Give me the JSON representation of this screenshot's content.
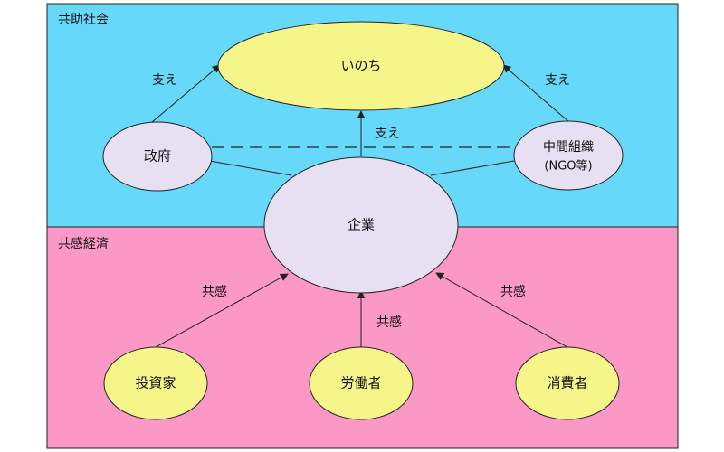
{
  "colors": {
    "upper_band": "#66d9fb",
    "lower_band": "#fb98c6",
    "node_life": "#f6f58a",
    "node_actor": "#e6e0f2",
    "node_base": "#f6f58a",
    "line": "#222222"
  },
  "sections": {
    "upper": "共助社会",
    "lower": "共感経済"
  },
  "nodes": {
    "life": "いのち",
    "government": "政府",
    "enterprise": "企業",
    "intermediate_line1": "中間組織",
    "intermediate_line2": "(NGO等)",
    "investor": "投資家",
    "worker": "労働者",
    "consumer": "消費者"
  },
  "edges": {
    "support_left": "支え",
    "support_center": "支え",
    "support_right": "支え",
    "empathy_left": "共感",
    "empathy_center": "共感",
    "empathy_right": "共感"
  }
}
